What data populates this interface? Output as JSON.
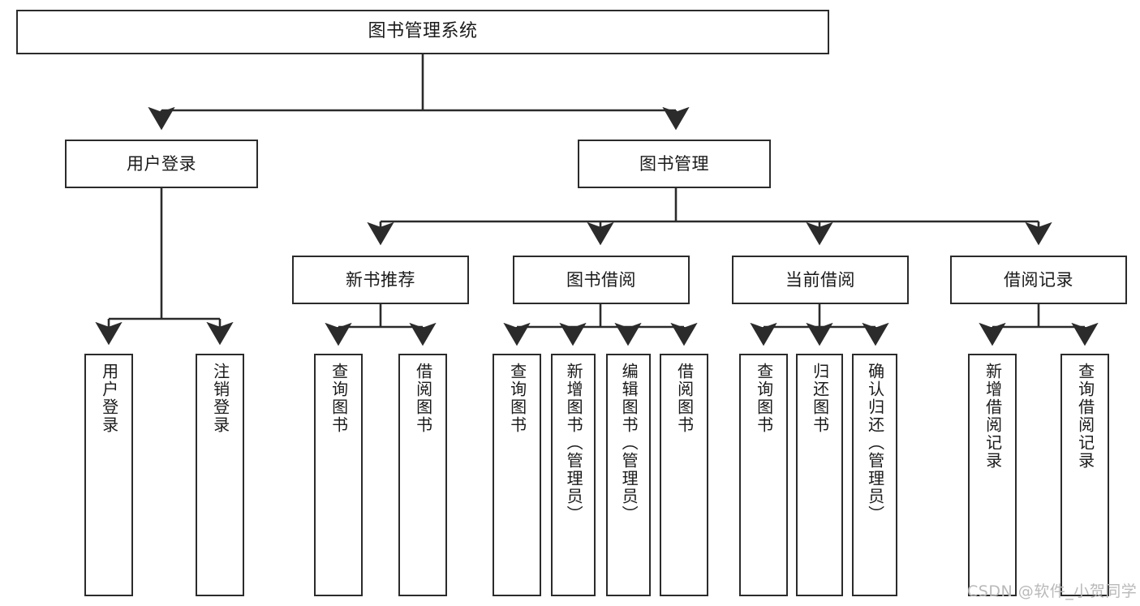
{
  "diagram": {
    "title": "图书管理系统",
    "type": "tree-hierarchy",
    "watermark": "CSDN @软件_小贺同学",
    "colors": {
      "background": "#ffffff",
      "box_border": "#2b2b2b",
      "box_fill": "#ffffff",
      "text": "#1a1a1a",
      "edge": "#2b2b2b",
      "watermark": "#b9b9b9"
    },
    "levels": [
      {
        "level": 1,
        "nodes": [
          {
            "id": "root",
            "label": "图书管理系统",
            "orientation": "horizontal"
          }
        ]
      },
      {
        "level": 2,
        "nodes": [
          {
            "id": "user-login",
            "label": "用户登录",
            "orientation": "horizontal",
            "parent": "root"
          },
          {
            "id": "book-manage",
            "label": "图书管理",
            "orientation": "horizontal",
            "parent": "root"
          }
        ]
      },
      {
        "level": 3,
        "nodes": [
          {
            "id": "new-book-rec",
            "label": "新书推荐",
            "orientation": "horizontal",
            "parent": "book-manage"
          },
          {
            "id": "book-borrow",
            "label": "图书借阅",
            "orientation": "horizontal",
            "parent": "book-manage"
          },
          {
            "id": "current-borrow",
            "label": "当前借阅",
            "orientation": "horizontal",
            "parent": "book-manage"
          },
          {
            "id": "borrow-record",
            "label": "借阅记录",
            "orientation": "horizontal",
            "parent": "book-manage"
          }
        ]
      },
      {
        "level": 4,
        "nodes": [
          {
            "id": "leaf-user-login",
            "label": "用户登录",
            "orientation": "vertical",
            "parent": "user-login"
          },
          {
            "id": "leaf-logout",
            "label": "注销登录",
            "orientation": "vertical",
            "parent": "user-login"
          },
          {
            "id": "leaf-query-book-1",
            "label": "查询图书",
            "orientation": "vertical",
            "parent": "new-book-rec"
          },
          {
            "id": "leaf-borrow-book-1",
            "label": "借阅图书",
            "orientation": "vertical",
            "parent": "new-book-rec"
          },
          {
            "id": "leaf-query-book-2",
            "label": "查询图书",
            "orientation": "vertical",
            "parent": "book-borrow"
          },
          {
            "id": "leaf-add-book",
            "label": "新增图书（管理员）",
            "orientation": "vertical",
            "parent": "book-borrow"
          },
          {
            "id": "leaf-edit-book",
            "label": "编辑图书（管理员）",
            "orientation": "vertical",
            "parent": "book-borrow"
          },
          {
            "id": "leaf-borrow-book-2",
            "label": "借阅图书",
            "orientation": "vertical",
            "parent": "book-borrow"
          },
          {
            "id": "leaf-query-book-3",
            "label": "查询图书",
            "orientation": "vertical",
            "parent": "current-borrow"
          },
          {
            "id": "leaf-return-book",
            "label": "归还图书",
            "orientation": "vertical",
            "parent": "current-borrow"
          },
          {
            "id": "leaf-confirm-return",
            "label": "确认归还（管理员）",
            "orientation": "vertical",
            "parent": "current-borrow"
          },
          {
            "id": "leaf-add-record",
            "label": "新增借阅记录",
            "orientation": "vertical",
            "parent": "borrow-record"
          },
          {
            "id": "leaf-query-record",
            "label": "查询借阅记录",
            "orientation": "vertical",
            "parent": "borrow-record"
          }
        ]
      }
    ]
  }
}
